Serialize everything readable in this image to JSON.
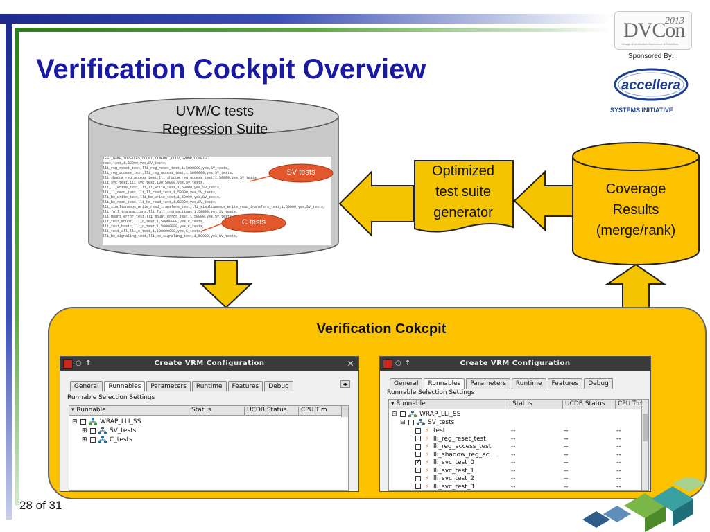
{
  "slide": {
    "title": "Verification Cockpit Overview",
    "page_number": "28 of 31"
  },
  "branding": {
    "dvcon_text": "DVCon",
    "dvcon_year": "2013",
    "dvcon_tagline": "Design & Verification Conference & Exhibition",
    "sponsored_by": "Sponsored By:",
    "accellera_text": "accellera",
    "accellera_subtitle": "SYSTEMS INITIATIVE"
  },
  "diagram": {
    "db_line1": "UVM/C tests",
    "db_line2": "Regression Suite",
    "callout_sv": "SV tests",
    "callout_c": "C tests",
    "generator_line1": "Optimized",
    "generator_line2": "test suite",
    "generator_line3": "generator",
    "coverage_line1": "Coverage",
    "coverage_line2": "Results",
    "coverage_line3": "(merge/rank)",
    "cockpit_title": "Verification Cokcpit",
    "snippet_lines": [
      "TEST_NAME,TOPFILES,COUNT,TIMEOUT,COOV,GROUP,CONFIG",
      "test,test,1,50000,yes,SV_tests,",
      "lli_reg_reset_test,lli_reg_reset_test,1,5000000,yes,SV_tests,",
      "lli_reg_access_test,lli_reg_access_test,1,5000000,yes,SV_tests,",
      "lli_shadow_reg_access_test,lli_shadow_reg_access_test,1,50000,yes,SV_tests,",
      "lli_svc_test,lli_svc_test,100,50000,yes,SV_tests,",
      "lli_ll_write_test,lli_ll_write_test,1,50000,yes,SV_tests,",
      "lli_ll_read_test,lli_ll_read_test,1,50000,yes,SV_tests,",
      "lli_be_write_test,lli_be_write_test,1,50000,yes,SV_tests,",
      "lli_be_read_test,lli_be_read_test,1,50000,yes,SV_tests,",
      "lli_simultaneous_write_read_transfers_test,lli_simultaneous_write_read_transfers_test,1,50000,yes,SV_tests,",
      "lli_full_transactions,lli_full_transactions,1,50000,yes,SV_tests,",
      "lli_mount_error_test,lli_mount_error_test,1,50000,yes,SV_tests,",
      "lli_test_mount,lli_c_test,1,50000000,yes,C_tests,",
      "lli_test_basic,lli_c_test,1,50000000,yes,C_tests,",
      "lli_test_all,lli_c_test,1,100000000,yes,C_tests,",
      "lli_be_signaling_test,lli_be_signaling_test,1,50000,yes,SV_tests,"
    ]
  },
  "left_window": {
    "title": "Create VRM Configuration",
    "close_glyph": "✕",
    "tabs": [
      "General",
      "Runnables",
      "Parameters",
      "Runtime",
      "Features",
      "Debug"
    ],
    "group_label": "Runnable Selection Settings",
    "columns": [
      "Runnable",
      "Status",
      "UCDB Status",
      "CPU Tim"
    ],
    "rows": [
      {
        "label": "WRAP_LLI_SS",
        "expander": "⊟"
      },
      {
        "label": "SV_tests",
        "expander": "⊞"
      },
      {
        "label": "C_tests",
        "expander": "⊞"
      }
    ]
  },
  "right_window": {
    "title": "Create VRM Configuration",
    "tabs": [
      "General",
      "Runnables",
      "Parameters",
      "Runtime",
      "Features",
      "Debug"
    ],
    "group_label": "Runnable Selection Settings",
    "columns": [
      "Runnable",
      "Status",
      "UCDB Status",
      "CPU Tim"
    ],
    "tree": [
      {
        "label": "WRAP_LLI_SS",
        "expander": "⊟"
      },
      {
        "label": "SV_tests",
        "expander": "⊟"
      }
    ],
    "tests": [
      {
        "name": "test",
        "status": "--",
        "ucdb": "--",
        "cpu": "--",
        "checked": false
      },
      {
        "name": "lli_reg_reset_test",
        "status": "--",
        "ucdb": "--",
        "cpu": "--",
        "checked": false
      },
      {
        "name": "lli_reg_access_test",
        "status": "--",
        "ucdb": "--",
        "cpu": "--",
        "checked": false
      },
      {
        "name": "lli_shadow_reg_ac...",
        "status": "--",
        "ucdb": "--",
        "cpu": "--",
        "checked": false
      },
      {
        "name": "lli_svc_test_0",
        "status": "--",
        "ucdb": "--",
        "cpu": "--",
        "checked": true
      },
      {
        "name": "lli_svc_test_1",
        "status": "--",
        "ucdb": "--",
        "cpu": "--",
        "checked": false
      },
      {
        "name": "lli_svc_test_2",
        "status": "--",
        "ucdb": "--",
        "cpu": "--",
        "checked": false
      },
      {
        "name": "lli_svc_test_3",
        "status": "--",
        "ucdb": "--",
        "cpu": "--",
        "checked": false
      }
    ]
  },
  "colors": {
    "title_blue": "#1a1aa0",
    "arrow_yellow": "#f5c400",
    "panel_yellow": "#fcc200",
    "callout_red": "#e2572b",
    "db_grey": "#c9c9c9"
  }
}
